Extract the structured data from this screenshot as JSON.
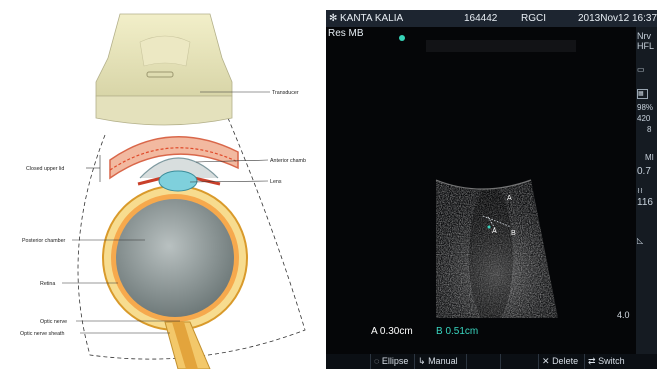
{
  "diagram": {
    "labels": {
      "transducer": "Transducer",
      "closed_upper_lid": "Closed upper lid",
      "anterior_chamber": "Anterior chamb",
      "lens": "Lens",
      "posterior_chamber": "Posterior chamber",
      "retina": "Retina",
      "optic_nerve": "Optic nerve",
      "optic_nerve_sheath": "Optic nerve sheath"
    }
  },
  "ultrasound": {
    "header": {
      "patient": "KANTA KALIA",
      "id": "164442",
      "facility": "RGCI",
      "date": "2013Nov12",
      "time": "16:37"
    },
    "mode": "Res MB",
    "sidebar": {
      "preset_1": "Nrv",
      "preset_2": "HFL",
      "value_1": "98%",
      "value_2": "420",
      "value_3": "8",
      "mi_label": "MI",
      "mi_value": "0.7",
      "value_4": "116"
    },
    "measurements": {
      "a_label": "A",
      "a_value": "0.30cm",
      "b_label": "B",
      "b_value": "0.51cm",
      "a_color": "#ffffff",
      "b_color": "#39d6c0"
    },
    "depth": "4.0",
    "markers": {
      "a": "A",
      "a_prime": "A",
      "b": "B"
    },
    "buttons": {
      "ellipse": "Ellipse",
      "manual": "Manual",
      "delete": "Delete",
      "switch": "Switch"
    }
  }
}
